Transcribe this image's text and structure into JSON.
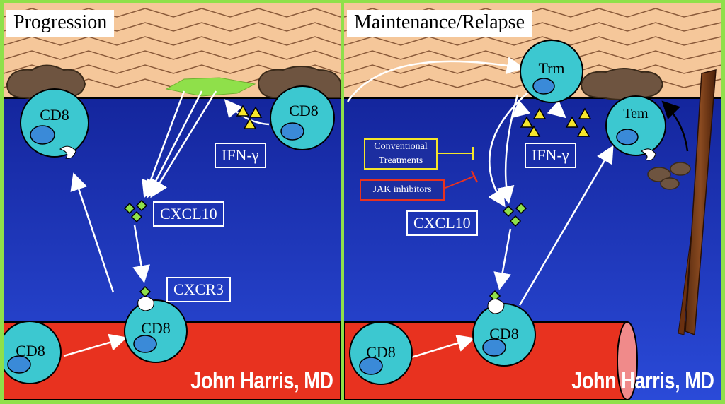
{
  "left_panel": {
    "title": "Progression",
    "cells": {
      "cd8_skin": "CD8",
      "cd8_right": "CD8",
      "cd8_mid": "CD8",
      "cd8_vessel": "CD8"
    },
    "labels": {
      "ifn": "IFN-γ",
      "cxcl10": "CXCL10",
      "cxcr3": "CXCR3"
    },
    "signature": "John Harris, MD"
  },
  "right_panel": {
    "title": "Maintenance/Relapse",
    "cells": {
      "trm": "Trm",
      "tem": "Tem",
      "cd8_mid": "CD8",
      "cd8_vessel": "CD8"
    },
    "labels": {
      "ifn": "IFN-γ",
      "cxcl10": "CXCL10"
    },
    "treatments": {
      "conventional": "Conventional Treatments",
      "jak": "JAK inhibitors"
    },
    "signature": "John Harris, MD"
  },
  "colors": {
    "border": "#8fe04a",
    "skin": "#f5c79a",
    "dermis_top": "#0d1a8a",
    "dermis_bottom": "#2a4ad8",
    "vessel": "#e8321f",
    "cell": "#3cc8d0",
    "nucleus": "#3a8ad8",
    "ifn_triangle": "#f5e62a",
    "cxcl10_diamond": "#8fe04a",
    "conventional_border": "#f5e62a",
    "jak_border": "#e8321f",
    "melanocyte": "#6e5440"
  }
}
